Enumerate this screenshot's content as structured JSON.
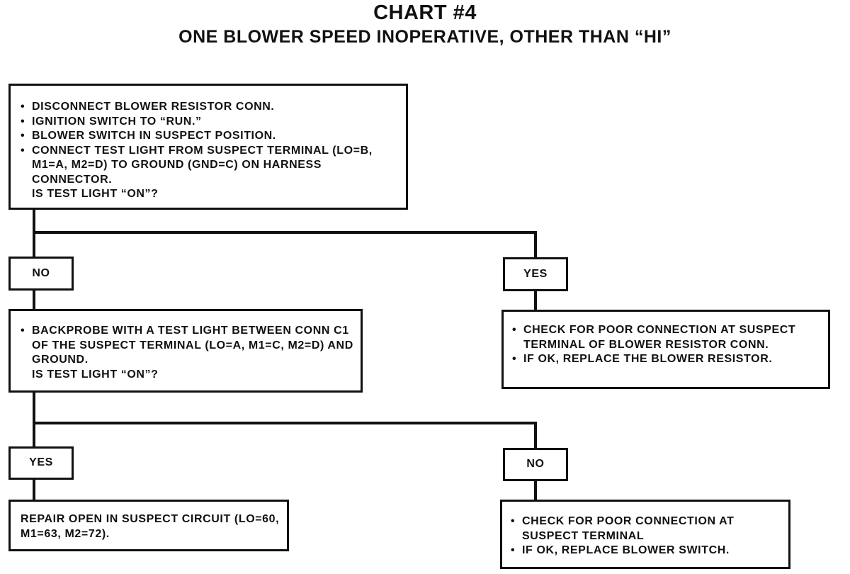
{
  "header": {
    "title": "CHART #4",
    "subtitle": "ONE BLOWER SPEED INOPERATIVE, OTHER THAN “HI”"
  },
  "step1": {
    "bullets": [
      "DISCONNECT BLOWER RESISTOR CONN.",
      "IGNITION SWITCH TO “RUN.”",
      "BLOWER SWITCH IN SUSPECT POSITION.",
      "CONNECT TEST LIGHT FROM SUSPECT TERMINAL (LO=B, M1=A, M2=D) TO GROUND (GND=C) ON HARNESS CONNECTOR."
    ],
    "question": "IS TEST LIGHT “ON”?"
  },
  "branch1": {
    "no_label": "NO",
    "yes_label": "YES"
  },
  "step2": {
    "bullets": [
      "BACKPROBE WITH A TEST LIGHT BETWEEN CONN C1 OF THE SUSPECT TERMINAL (LO=A, M1=C, M2=D) AND GROUND."
    ],
    "question": "IS TEST LIGHT “ON”?"
  },
  "result_yes1": {
    "bullets": [
      "CHECK FOR POOR CONNECTION AT SUSPECT TERMINAL OF BLOWER RESISTOR CONN.",
      "IF OK, REPLACE THE BLOWER RESISTOR."
    ]
  },
  "branch2": {
    "yes_label": "YES",
    "no_label": "NO"
  },
  "result_repair": {
    "text": "REPAIR OPEN IN SUSPECT CIRCUIT (LO=60, M1=63, M2=72)."
  },
  "result_no2": {
    "bullets": [
      "CHECK FOR POOR CONNECTION AT SUSPECT TERMINAL",
      "IF OK, REPLACE BLOWER SWITCH."
    ]
  }
}
